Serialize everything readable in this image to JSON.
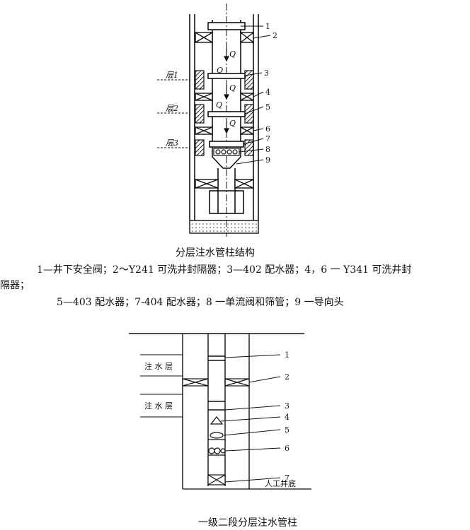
{
  "figure1": {
    "caption": "分层注水管柱结构",
    "legend_line1": "1—井下安全阀；2～Y241 可洗井封隔器；3—402 配水器；4，6 一 Y341 可洗井封",
    "legend_line2": "隔器；",
    "legend_line3": "5—403 配水器；7-404 配水器；8 一单流阀和筛管；9 一导向头",
    "layer_labels": [
      "层1",
      "层2",
      "层3"
    ],
    "callouts": [
      "1",
      "2",
      "3",
      "4",
      "5",
      "6",
      "7",
      "8",
      "9"
    ],
    "flow_labels": [
      "Q",
      "Q",
      "Q",
      "Q",
      "Q"
    ]
  },
  "figure2": {
    "caption": "一级二段分层注水管柱",
    "layer_labels": [
      "注 水 层",
      "注 水 层"
    ],
    "bottom_label": "人工井底",
    "callouts": [
      "1",
      "2",
      "3",
      "4",
      "5",
      "6",
      "7"
    ]
  }
}
